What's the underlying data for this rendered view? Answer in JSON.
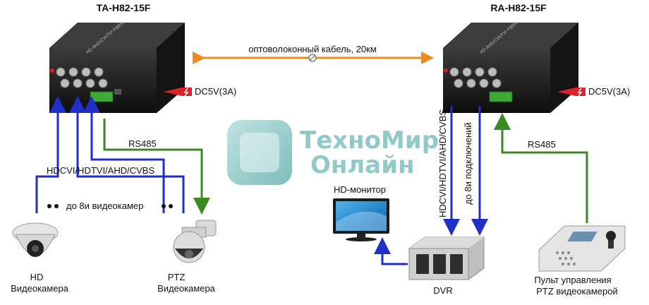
{
  "devices": {
    "tx_title": "TA-H82-15F",
    "rx_title": "RA-H82-15F",
    "box_brand": "HD AHD/CVI/TVI FIBER"
  },
  "link": {
    "fiber_label": "оптоволоконный кабель, 20км",
    "power_tx": "DC5V(3A)",
    "power_rx": "DC5V(3A)"
  },
  "left": {
    "rs485": "RS485",
    "signal": "HDCVI/HDTVI/AHD/CVBS",
    "cameras_count": "до 8и видеокамер",
    "hd_camera": [
      "HD",
      "Видеокамера"
    ],
    "ptz_camera": [
      "PTZ",
      "Видеокамера"
    ]
  },
  "right": {
    "signal": "HDCVI/HDTVI/AHD/CVBS",
    "connections": "до 8и подключений",
    "rs485": "RS485",
    "monitor": "HD-монитор",
    "dvr": "DVR",
    "controller": [
      "Пульт управления",
      "PTZ видеокамерой"
    ]
  },
  "watermark": {
    "line1": "ТехноМир",
    "line2": "Онлайн"
  },
  "colors": {
    "video_arrow": "#1f2fc8",
    "rs485_arrow": "#3a8a22",
    "fiber_arrow": "#f08a1c",
    "power_arrow": "#e0202a",
    "watermark": "#86c4c3"
  }
}
